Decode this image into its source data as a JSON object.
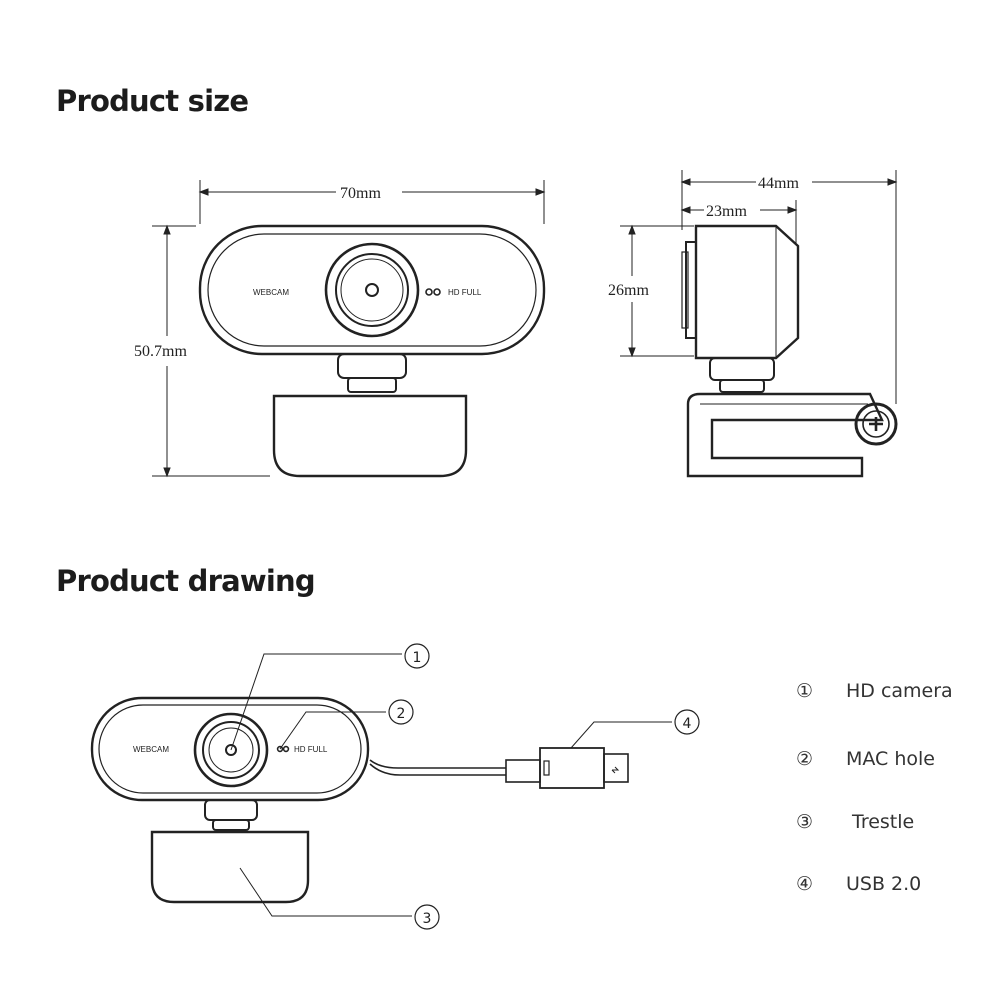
{
  "sections": {
    "size_title": "Product size",
    "drawing_title": "Product drawing"
  },
  "dimensions": {
    "width": "70mm",
    "height": "50.7mm",
    "depth_total": "44mm",
    "depth_body": "23mm",
    "body_height": "26mm"
  },
  "camera": {
    "left_label": "WEBCAM",
    "right_label": "HD FULL"
  },
  "callouts": [
    {
      "num": "①",
      "label": "HD camera"
    },
    {
      "num": "②",
      "label": "MAC hole"
    },
    {
      "num": "③",
      "label": "Trestle"
    },
    {
      "num": "④",
      "label": "USB 2.0"
    }
  ],
  "colors": {
    "line": "#222222",
    "heading": "#1c1c1c",
    "legend_text": "#333333"
  }
}
